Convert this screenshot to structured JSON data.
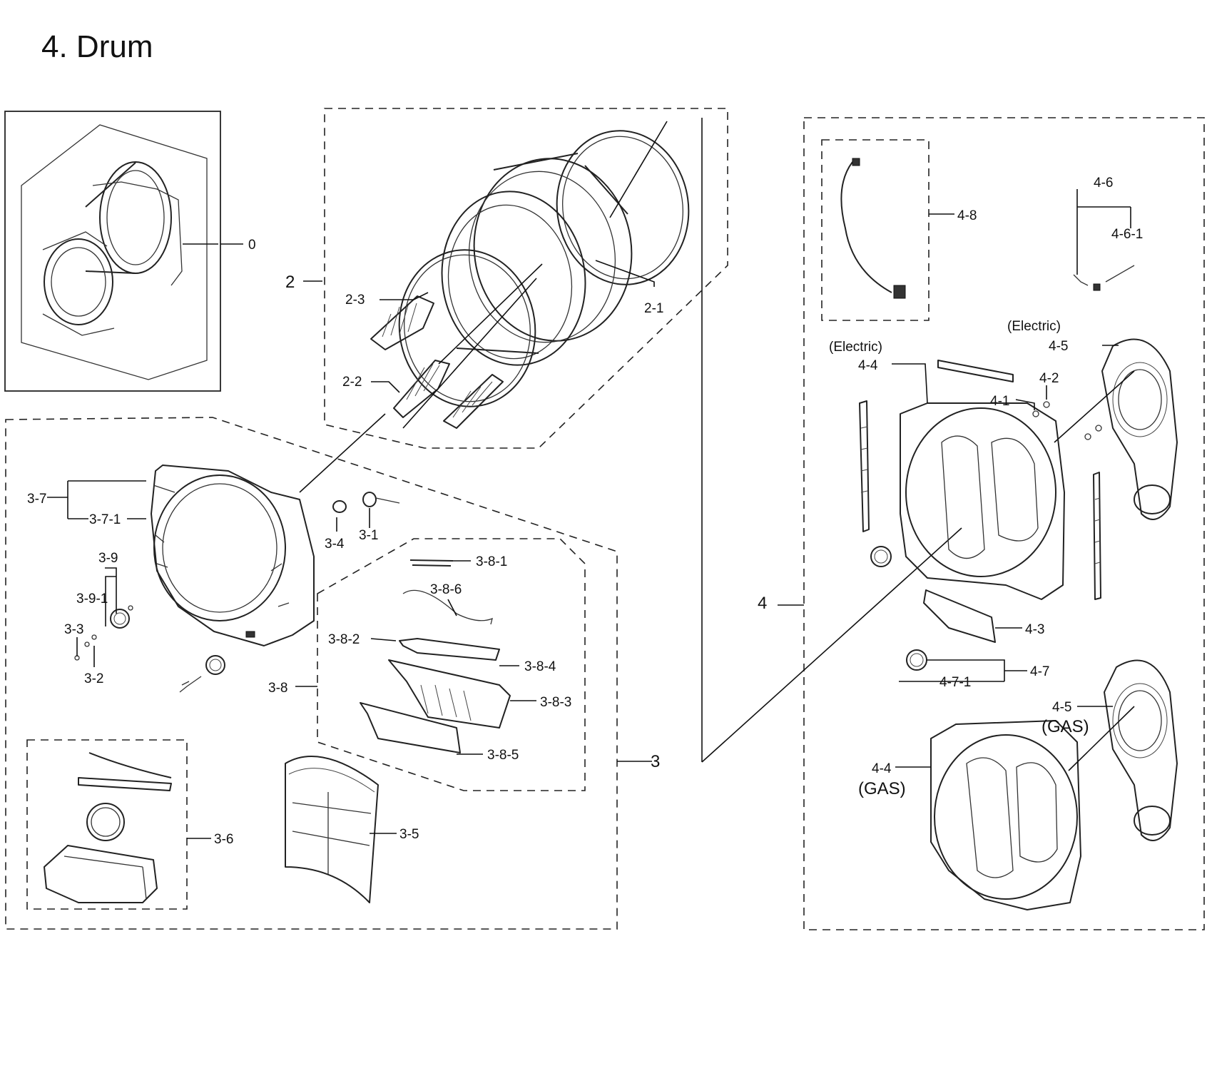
{
  "title": "4. Drum",
  "labels": {
    "l0": "0",
    "l2": "2",
    "l2_1": "2-1",
    "l2_2": "2-2",
    "l2_3": "2-3",
    "l3": "3",
    "l3_1": "3-1",
    "l3_2": "3-2",
    "l3_3": "3-3",
    "l3_4": "3-4",
    "l3_5": "3-5",
    "l3_6": "3-6",
    "l3_7": "3-7",
    "l3_7_1": "3-7-1",
    "l3_8": "3-8",
    "l3_8_1": "3-8-1",
    "l3_8_2": "3-8-2",
    "l3_8_3": "3-8-3",
    "l3_8_4": "3-8-4",
    "l3_8_5": "3-8-5",
    "l3_8_6": "3-8-6",
    "l3_9": "3-9",
    "l3_9_1": "3-9-1",
    "l4": "4",
    "l4_1": "4-1",
    "l4_2": "4-2",
    "l4_3": "4-3",
    "l4_4_electric": "4-4",
    "l4_4_gas": "4-4",
    "l4_5_electric": "4-5",
    "l4_5_gas": "4-5",
    "l4_6": "4-6",
    "l4_6_1": "4-6-1",
    "l4_7": "4-7",
    "l4_7_1": "4-7-1",
    "l4_8": "4-8",
    "electric_a": "(Electric)",
    "electric_b": "(Electric)",
    "gas_a": "(GAS)",
    "gas_b": "(GAS)"
  }
}
